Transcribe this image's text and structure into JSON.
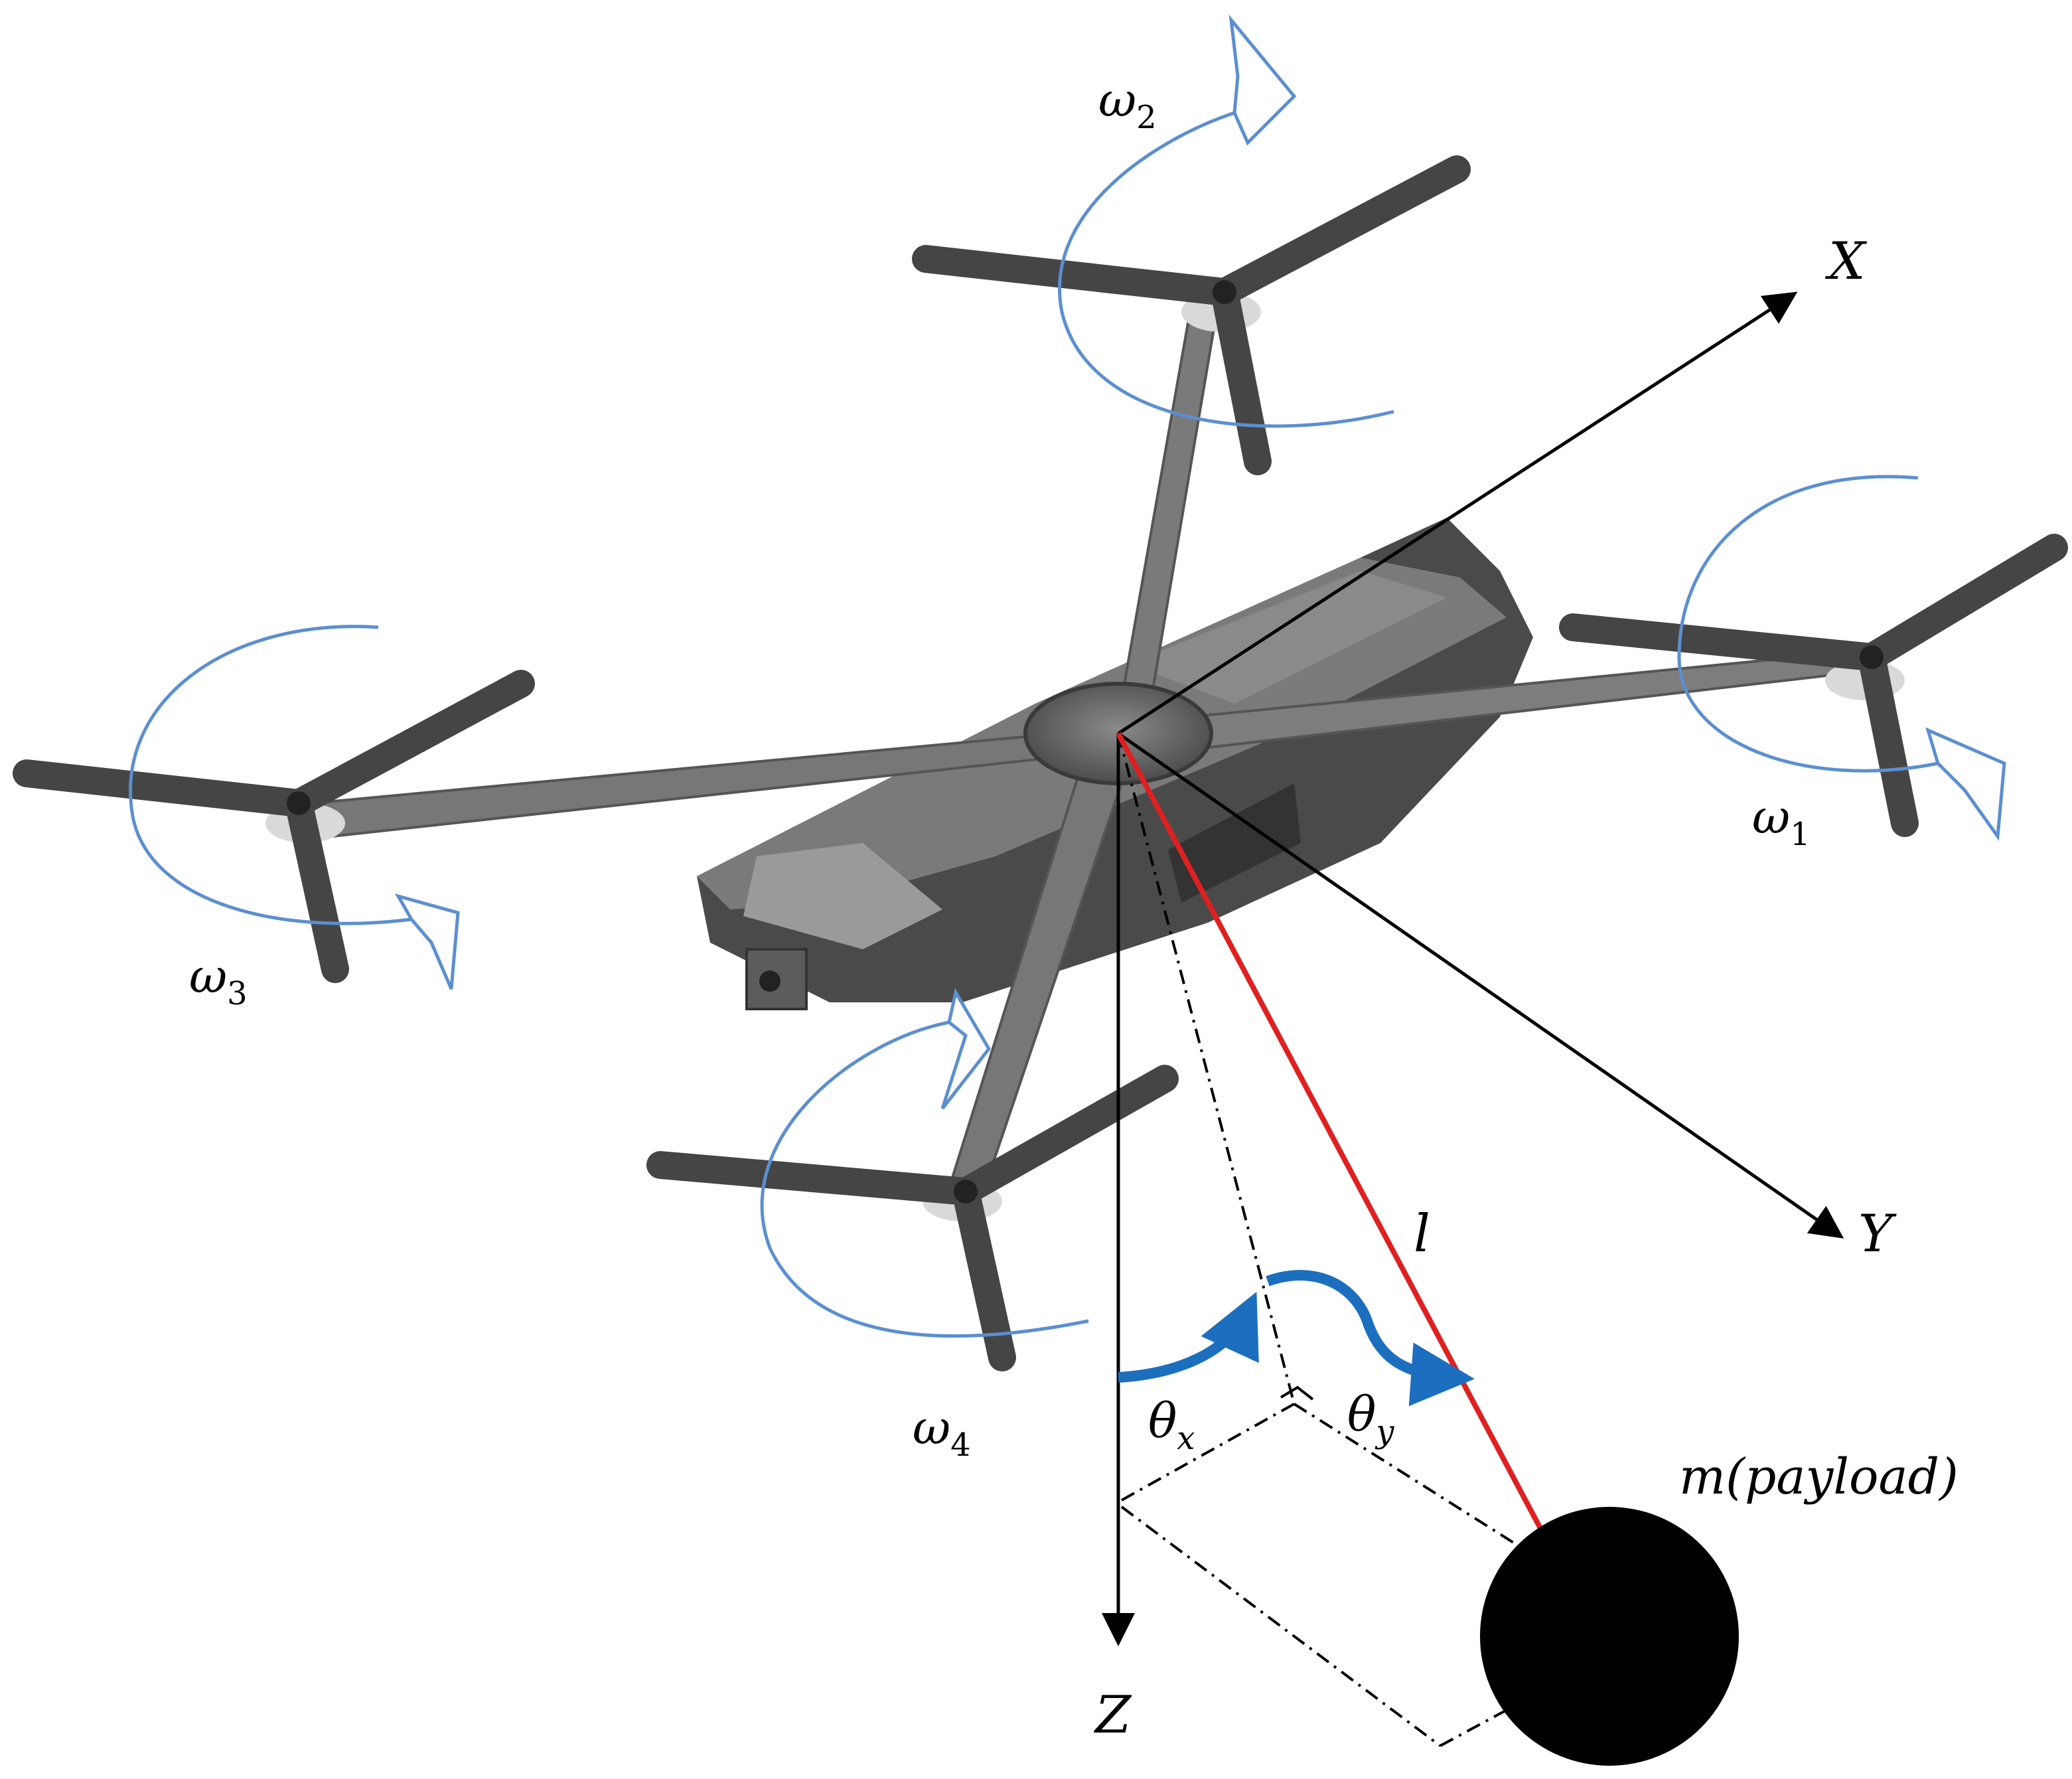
{
  "labels": {
    "omega_symbol": "ω",
    "omega1_sub": "1",
    "omega2_sub": "2",
    "omega3_sub": "3",
    "omega4_sub": "4",
    "axis_x": "X",
    "axis_y": "Y",
    "axis_z": "Z",
    "length": "l",
    "theta_symbol": "θ",
    "theta_x_sub": "x",
    "theta_y_sub": "y",
    "payload": "m(payload)"
  },
  "colors": {
    "rotation_arrow": "#5b8fd0",
    "angle_arrow": "#1c6fbe",
    "cable": "#e02020",
    "axis": "#000000",
    "drone_body": "#5a5a5a",
    "drone_arm": "#6e6e6e",
    "propeller": "#454545",
    "payload": "#000000"
  },
  "icons": {
    "drone": "quadcopter-illustration",
    "payload": "payload-mass-circle"
  }
}
